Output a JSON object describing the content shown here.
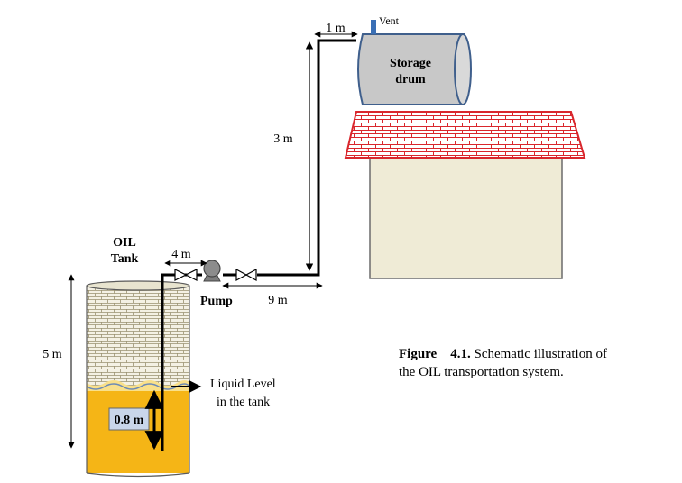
{
  "labels": {
    "vent": "Vent",
    "storage_drum_line1": "Storage",
    "storage_drum_line2": "drum",
    "oil_tank_line1": "OIL",
    "oil_tank_line2": "Tank",
    "pump": "Pump",
    "liquid_level_line1": "Liquid Level",
    "liquid_level_line2": "in the tank"
  },
  "dimensions": {
    "top_horizontal": "1 m",
    "vertical_rise": "3 m",
    "suction_length": "4 m",
    "discharge_length": "9 m",
    "tank_height": "5 m",
    "liquid_height": "0.8 m"
  },
  "caption": {
    "figure_word": "Figure",
    "figure_number": "4.1.",
    "line1_text": "Schematic illustration of",
    "line2_text": "the OIL transportation system."
  },
  "colors": {
    "drum_fill": "#c8c8c8",
    "roof_brick": "#d9262c",
    "building_fill": "#efebd6",
    "tank_brick": "#d8d3b5",
    "oil_fill": "#f5b516",
    "oil_surface": "#f9e08a",
    "liquid_box": "#c9d6ea",
    "vent_blue": "#3a6fb5"
  }
}
